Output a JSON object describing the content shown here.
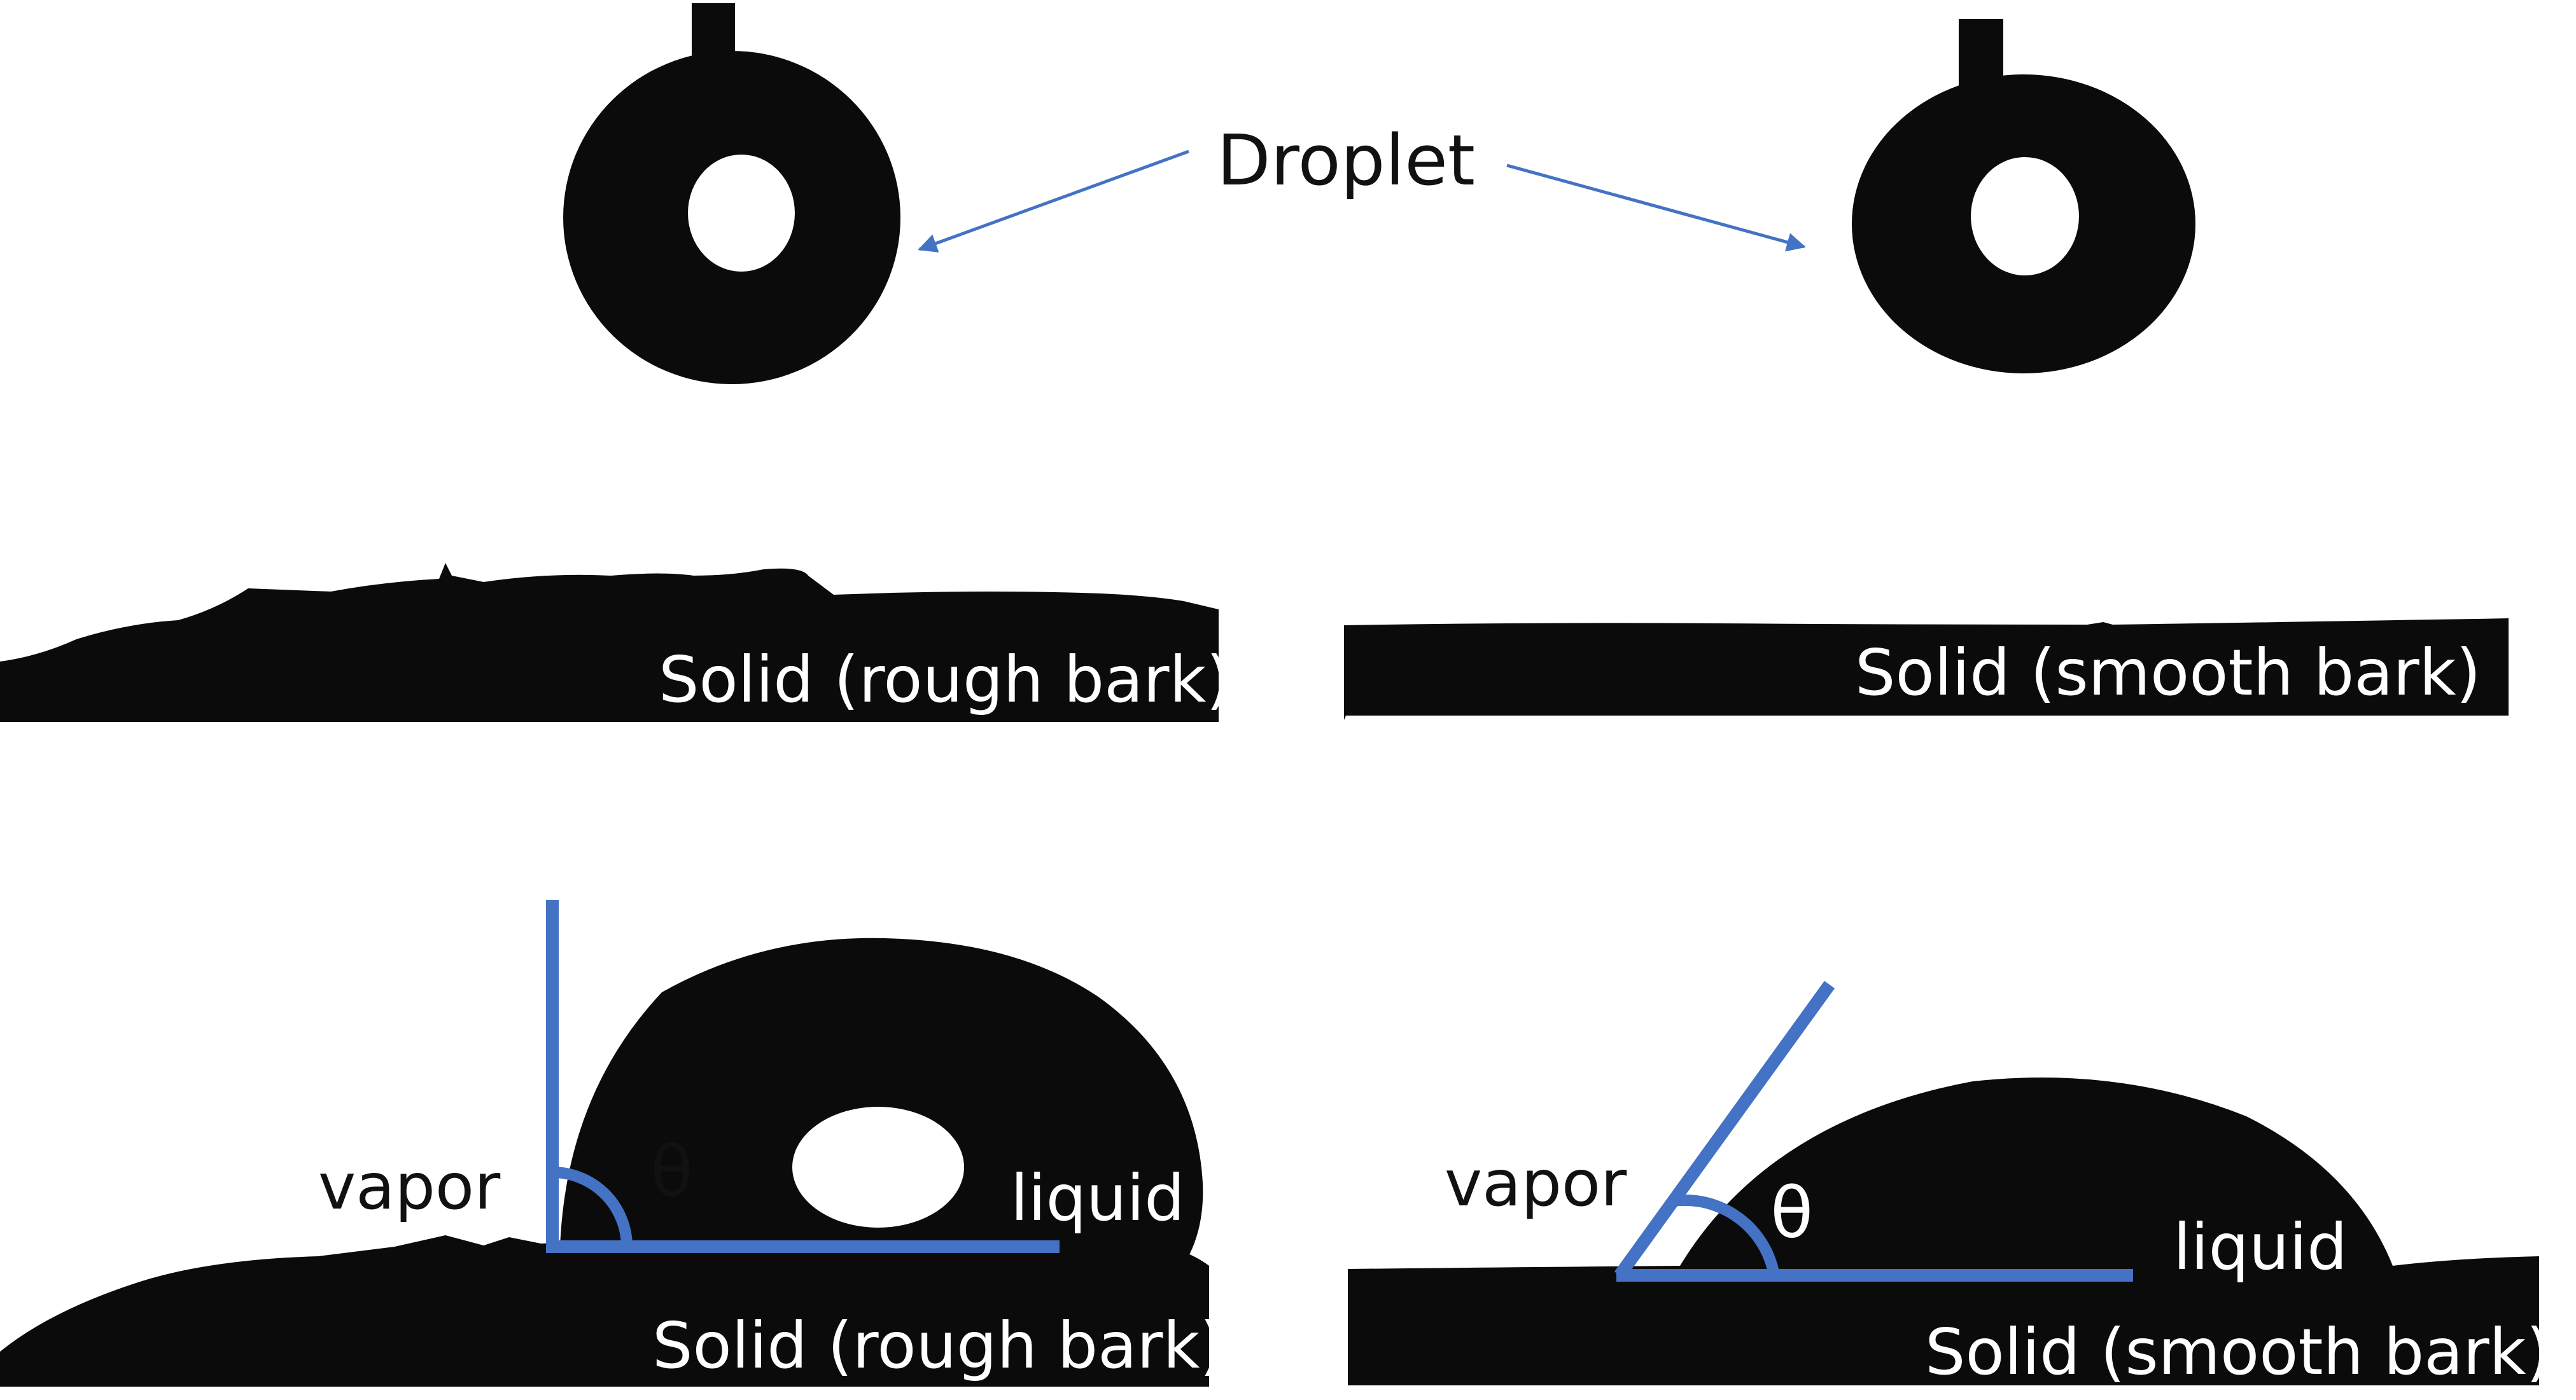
{
  "labels": {
    "droplet": "Droplet",
    "solid_rough": "Solid (rough bark)",
    "solid_smooth": "Solid (smooth bark)",
    "vapor": "vapor",
    "liquid": "liquid",
    "theta": "θ"
  },
  "colors": {
    "background": "#ffffff",
    "silhouette": "#0b0b0b",
    "annotation": "#4472c4"
  }
}
